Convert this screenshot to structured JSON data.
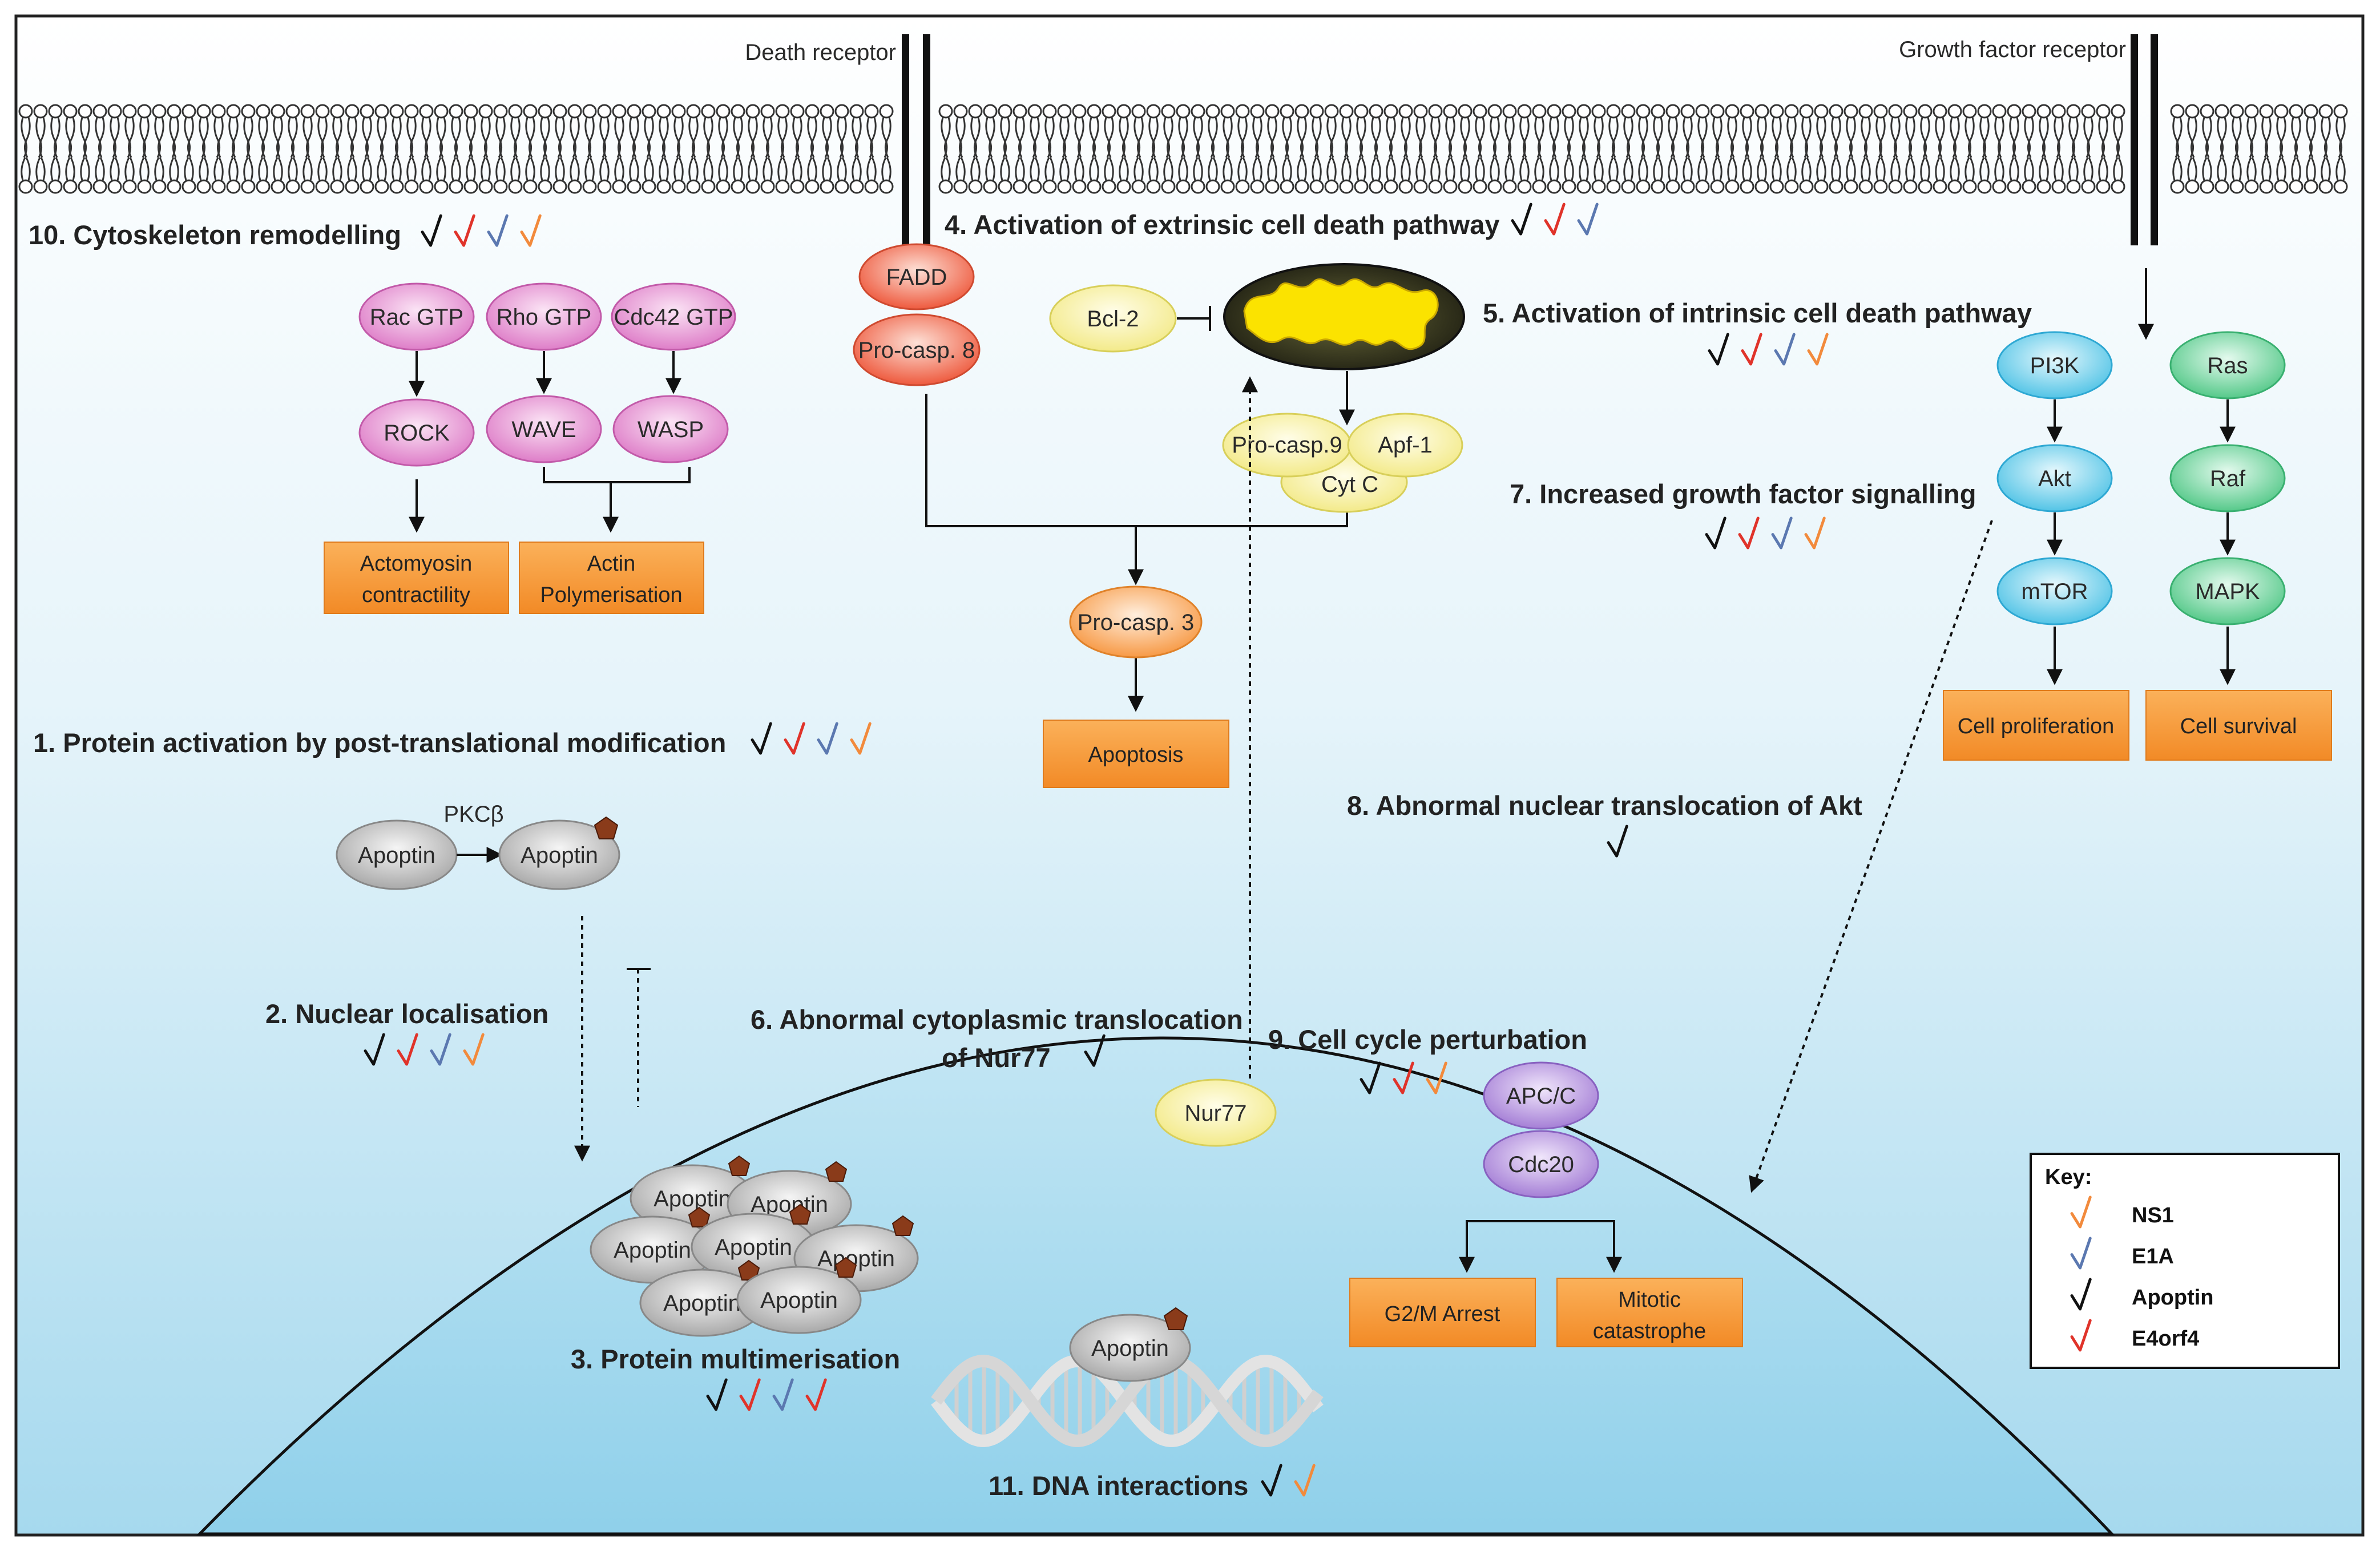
{
  "colors": {
    "ns1": "#f28a3c",
    "e1a": "#5b78b0",
    "apoptin": "#111111",
    "e4orf4": "#e0332a",
    "pink": "#e58ccf",
    "red": "#f2634a",
    "yellow": "#f8f1a0",
    "orange_box": "#f7a13e",
    "blue": "#7fd4ee",
    "green": "#7dd8a5",
    "purple": "#b895df",
    "grey": "#c8c8c8"
  },
  "membrane": {
    "death_receptor": "Death receptor",
    "growth_factor_receptor": "Growth factor receptor"
  },
  "headings": {
    "h1": "1. Protein activation by post-translational modification",
    "h2": "2. Nuclear localisation",
    "h3": "3. Protein multimerisation",
    "h4": "4. Activation of extrinsic cell death pathway",
    "h5": "5. Activation of intrinsic cell death pathway",
    "h6a": "6. Abnormal cytoplasmic translocation",
    "h6b": "of Nur77",
    "h7": "7. Increased growth factor signalling",
    "h8": "8. Abnormal nuclear translocation of Akt",
    "h9": "9. Cell cycle perturbation",
    "h10": "10. Cytoskeleton remodelling",
    "h11": "11. DNA interactions"
  },
  "checks": {
    "h1": [
      "apoptin",
      "e4orf4",
      "e1a",
      "ns1"
    ],
    "h2": [
      "apoptin",
      "e4orf4",
      "e1a",
      "ns1"
    ],
    "h3": [
      "apoptin",
      "e4orf4",
      "e1a",
      "e4orf4"
    ],
    "h4": [
      "apoptin",
      "e4orf4",
      "e1a"
    ],
    "h5": [
      "apoptin",
      "e4orf4",
      "e1a",
      "ns1"
    ],
    "h6": [
      "apoptin"
    ],
    "h7": [
      "apoptin",
      "e4orf4",
      "e1a",
      "ns1"
    ],
    "h8": [
      "apoptin"
    ],
    "h9": [
      "apoptin",
      "e4orf4",
      "ns1"
    ],
    "h10": [
      "apoptin",
      "e4orf4",
      "e1a",
      "ns1"
    ],
    "h11": [
      "apoptin",
      "ns1"
    ]
  },
  "cytoskeleton": {
    "rac_gtp": "Rac GTP",
    "rho_gtp": "Rho GTP",
    "cdc42_gtp": "Cdc42 GTP",
    "rock": "ROCK",
    "wave": "WAVE",
    "wasp": "WASP",
    "actomyosin_1": "Actomyosin",
    "actomyosin_2": "contractility",
    "actin_1": "Actin",
    "actin_2": "Polymerisation"
  },
  "extrinsic": {
    "fadd": "FADD",
    "procasp8": "Pro-casp. 8",
    "procasp3": "Pro-casp. 3",
    "apoptosis": "Apoptosis"
  },
  "intrinsic": {
    "bcl2": "Bcl-2",
    "procasp9": "Pro-casp.9",
    "apf1": "Apf-1",
    "cytc": "Cyt C"
  },
  "growth": {
    "pi3k": "PI3K",
    "akt": "Akt",
    "mtor": "mTOR",
    "ras": "Ras",
    "raf": "Raf",
    "mapk": "MAPK",
    "proliferation": "Cell proliferation",
    "survival": "Cell survival"
  },
  "apoptin": {
    "label": "Apoptin",
    "kinase": "PKCβ"
  },
  "nur77": "Nur77",
  "cellcycle": {
    "apcc": "APC/C",
    "cdc20": "Cdc20",
    "g2m": "G2/M Arrest",
    "mitotic_1": "Mitotic",
    "mitotic_2": "catastrophe"
  },
  "key": {
    "title": "Key:",
    "items": [
      {
        "name": "NS1",
        "color_key": "ns1"
      },
      {
        "name": "E1A",
        "color_key": "e1a"
      },
      {
        "name": "Apoptin",
        "color_key": "apoptin"
      },
      {
        "name": "E4orf4",
        "color_key": "e4orf4"
      }
    ]
  }
}
